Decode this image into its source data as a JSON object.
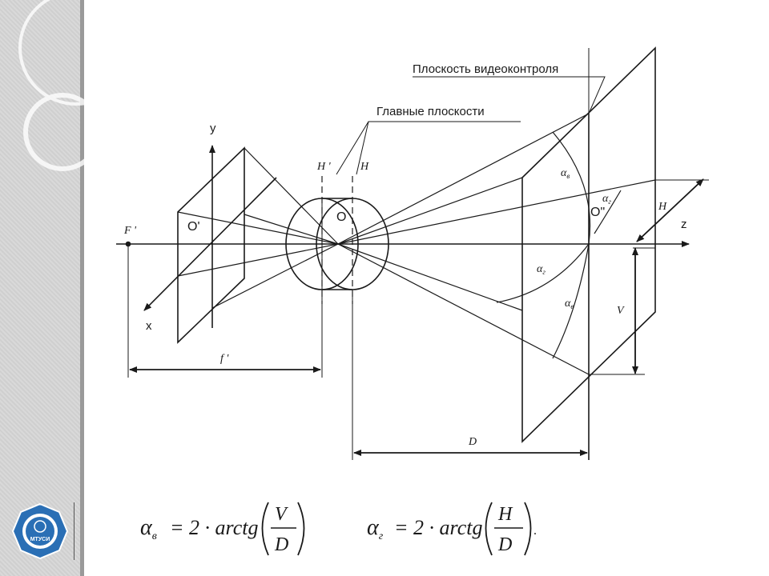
{
  "diagram": {
    "callouts": {
      "monitor_plane": "Плоскость видеоконтроля",
      "principal_planes": "Главные плоскости"
    },
    "axes": {
      "x": "x",
      "y": "y",
      "z": "z"
    },
    "points": {
      "f_prime": "F '",
      "o_prime": "O'",
      "o": "O",
      "o_double": "O\""
    },
    "planes": {
      "h_prime": "H '",
      "h": "H"
    },
    "dims": {
      "f_prime": "f '",
      "d": "D",
      "v": "V",
      "h": "H"
    },
    "angles": {
      "av": "α",
      "av_sub": "в",
      "ag": "α",
      "ag_sub": "г"
    }
  },
  "formulas": {
    "vertical": {
      "alpha": "α",
      "sub": "в",
      "equals": "= 2 · arctg",
      "num": "V",
      "den": "D"
    },
    "horizontal": {
      "alpha": "α",
      "sub": "г",
      "equals": "= 2 · arctg",
      "num": "H",
      "den": "D",
      "end": "."
    }
  },
  "logo": {
    "text": "МТУСИ"
  },
  "colors": {
    "line": "#1a1a1a",
    "sidebar": "#d4d4d4",
    "logo_blue": "#2a6fb5"
  }
}
